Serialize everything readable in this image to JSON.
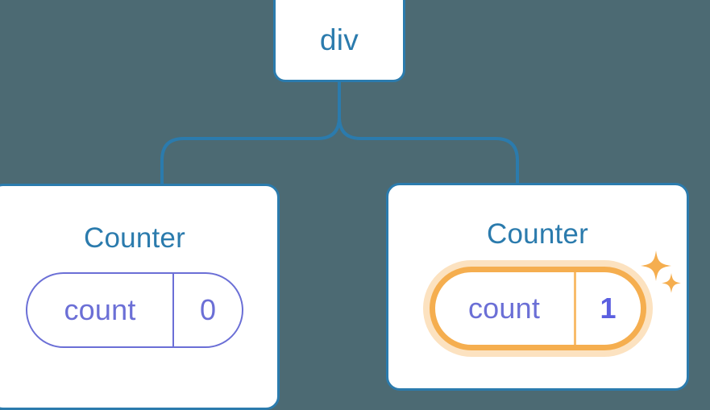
{
  "diagram": {
    "background_color": "#4c6a73",
    "line_color": "#2b7bad",
    "accent_color": "#6b6fd6",
    "highlight_color": "#f5ae4f",
    "highlight_glow_color": "#fbdca8",
    "value_highlight_color": "#5b5fe0"
  },
  "root": {
    "label": "div"
  },
  "children": [
    {
      "title": "Counter",
      "state": {
        "key": "count",
        "value": "0"
      },
      "highlighted": false
    },
    {
      "title": "Counter",
      "state": {
        "key": "count",
        "value": "1"
      },
      "highlighted": true,
      "sparkle_count": 2
    }
  ]
}
